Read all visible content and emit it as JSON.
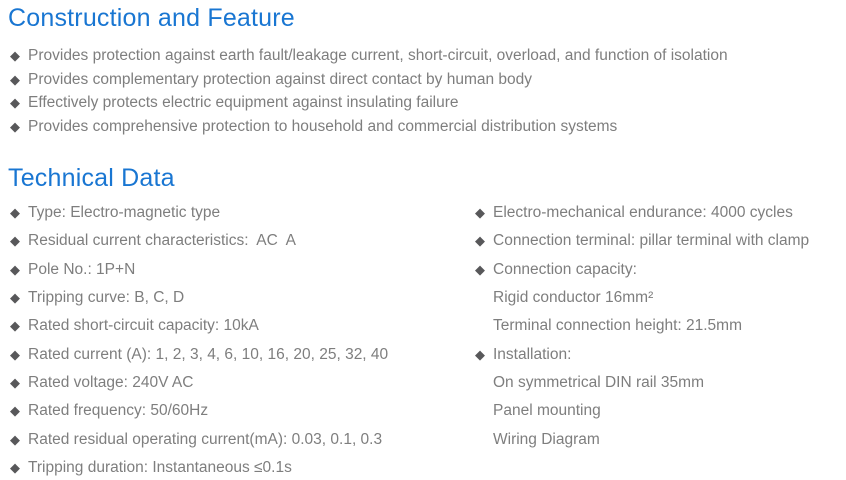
{
  "bullet_glyph": "◆",
  "colors": {
    "heading_blue": "#1976d2",
    "body_text_gray": "#7e7e7e",
    "bullet_gray": "#58585a",
    "background": "#ffffff"
  },
  "construction_section": {
    "title": "Construction and Feature",
    "items": [
      "Provides protection against earth fault/leakage current, short-circuit, overload, and function of isolation",
      "Provides complementary protection against direct contact by human body",
      "Effectively protects electric equipment against insulating failure",
      "Provides comprehensive protection to household and commercial distribution systems"
    ]
  },
  "technical_section": {
    "title": "Technical Data",
    "left_items": [
      {
        "bullet": true,
        "text": "Type: Electro-magnetic type"
      },
      {
        "bullet": true,
        "text": "Residual current characteristics:  AC  A"
      },
      {
        "bullet": true,
        "text": "Pole No.: 1P+N"
      },
      {
        "bullet": true,
        "text": "Tripping curve: B, C, D"
      },
      {
        "bullet": true,
        "text": "Rated short-circuit capacity: 10kA"
      },
      {
        "bullet": true,
        "text": "Rated current (A): 1, 2, 3, 4, 6, 10, 16, 20, 25, 32, 40"
      },
      {
        "bullet": true,
        "text": "Rated voltage: 240V AC"
      },
      {
        "bullet": true,
        "text": "Rated frequency: 50/60Hz"
      },
      {
        "bullet": true,
        "text": "Rated residual operating current(mA): 0.03, 0.1, 0.3"
      },
      {
        "bullet": true,
        "text": "Tripping duration: Instantaneous ≤0.1s"
      }
    ],
    "right_items": [
      {
        "bullet": true,
        "text": "Electro-mechanical endurance: 4000 cycles"
      },
      {
        "bullet": true,
        "text": "Connection terminal: pillar terminal with clamp"
      },
      {
        "bullet": true,
        "text": "Connection capacity:"
      },
      {
        "bullet": false,
        "text": "Rigid conductor 16mm²"
      },
      {
        "bullet": false,
        "text": "Terminal connection height: 21.5mm"
      },
      {
        "bullet": true,
        "text": "Installation:"
      },
      {
        "bullet": false,
        "text": "On symmetrical DIN rail 35mm"
      },
      {
        "bullet": false,
        "text": "Panel mounting"
      },
      {
        "bullet": false,
        "text": "Wiring Diagram"
      }
    ]
  }
}
